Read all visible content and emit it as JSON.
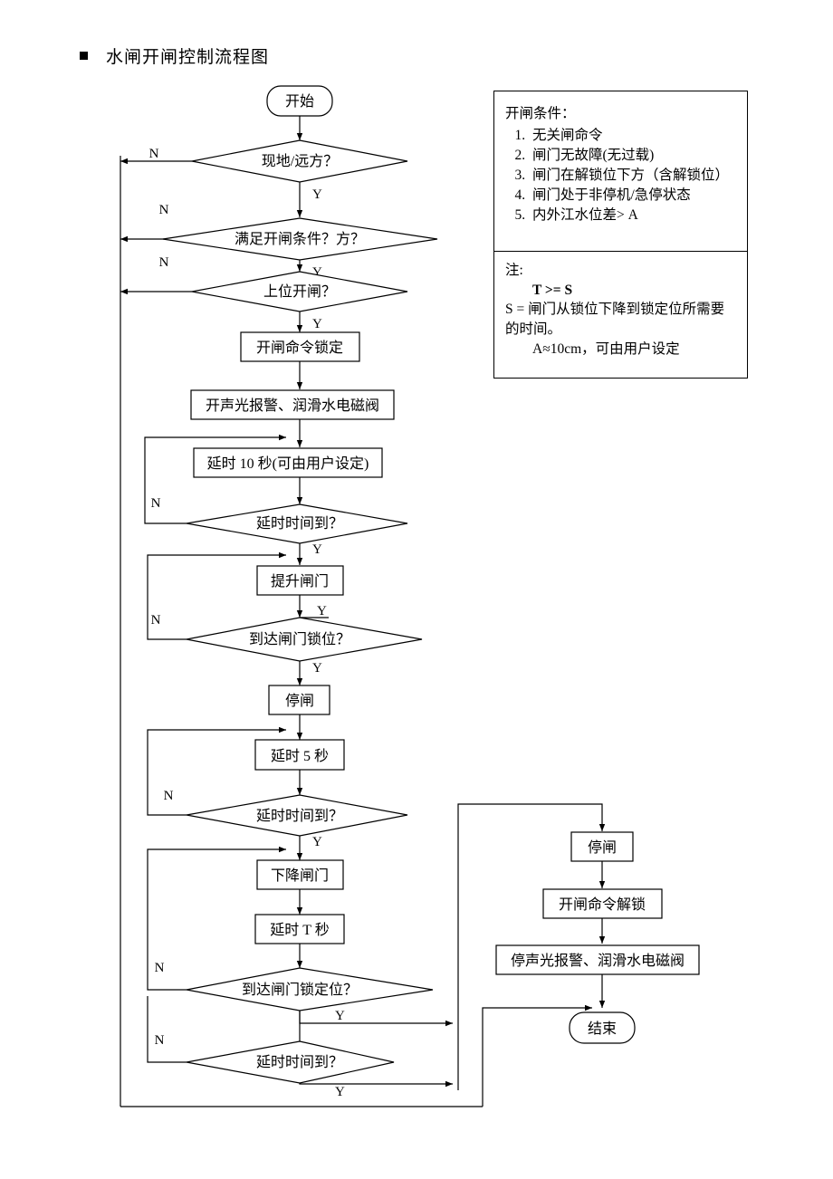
{
  "document": {
    "title": "水闸开闸控制流程图",
    "bullet": "square-bullet"
  },
  "conditions_panel": {
    "heading": "开闸条件：",
    "items": [
      "无关闸命令",
      "闸门无故障(无过载)",
      "闸门在解锁位下方（含解锁位）",
      "闸门处于非停机/急停状态",
      "内外江水位差> A"
    ]
  },
  "note_panel": {
    "heading": "注:",
    "formula": "T >= S",
    "line1": "S = 闸门从锁位下降到锁定位所需要",
    "line2": "的时间。",
    "line3": "A≈10cm，可由用户设定"
  },
  "flowchart": {
    "type": "flowchart",
    "nodes": {
      "start": "开始",
      "d_local_remote": "现地/远方？",
      "d_conditions": "满足开闸条件？方？",
      "d_upper_open": "上位开闸？",
      "p_lock_cmd": "开闸命令锁定",
      "p_alarm_on": "开声光报警、润滑水电磁阀",
      "p_delay10": "延时 10 秒(可由用户设定)",
      "d_delay_done1": "延时时间到？",
      "p_raise_gate": "提升闸门",
      "d_reach_lock": "到达闸门锁位？",
      "p_stop_gate1": "停闸",
      "p_delay5": "延时 5 秒",
      "d_delay_done2": "延时时间到？",
      "p_lower_gate": "下降闸门",
      "p_delayT": "延时 T 秒",
      "d_reach_locked_pos": "到达闸门锁定位？",
      "d_delay_done3": "延时时间到？",
      "p_stop_gate2": "停闸",
      "p_unlock_cmd": "开闸命令解锁",
      "p_alarm_off": "停声光报警、润滑水电磁阀",
      "end": "结束"
    },
    "branch_labels": {
      "yes": "Y",
      "no": "N"
    },
    "branches": [
      {
        "from": "d_local_remote",
        "label": "N",
        "side": "left"
      },
      {
        "from": "d_local_remote",
        "label": "Y",
        "side": "bottom"
      },
      {
        "from": "d_conditions",
        "label": "N",
        "side": "left"
      },
      {
        "from": "d_conditions",
        "label": "Y",
        "side": "bottom"
      },
      {
        "from": "d_upper_open",
        "label": "N",
        "side": "left"
      },
      {
        "from": "d_upper_open",
        "label": "Y",
        "side": "bottom"
      },
      {
        "from": "d_delay_done1",
        "label": "N",
        "side": "left"
      },
      {
        "from": "d_delay_done1",
        "label": "Y",
        "side": "bottom"
      },
      {
        "from": "d_reach_lock",
        "label": "N",
        "side": "left"
      },
      {
        "from": "d_reach_lock",
        "label": "Y",
        "side": "top"
      },
      {
        "from": "d_reach_lock",
        "label": "Y",
        "side": "bottom"
      },
      {
        "from": "d_delay_done2",
        "label": "N",
        "side": "left"
      },
      {
        "from": "d_delay_done2",
        "label": "Y",
        "side": "bottom"
      },
      {
        "from": "d_reach_locked_pos",
        "label": "N",
        "side": "left"
      },
      {
        "from": "d_reach_locked_pos",
        "label": "Y",
        "side": "bottom"
      },
      {
        "from": "d_delay_done3",
        "label": "N",
        "side": "left"
      },
      {
        "from": "d_delay_done3",
        "label": "Y",
        "side": "bottom"
      }
    ]
  }
}
